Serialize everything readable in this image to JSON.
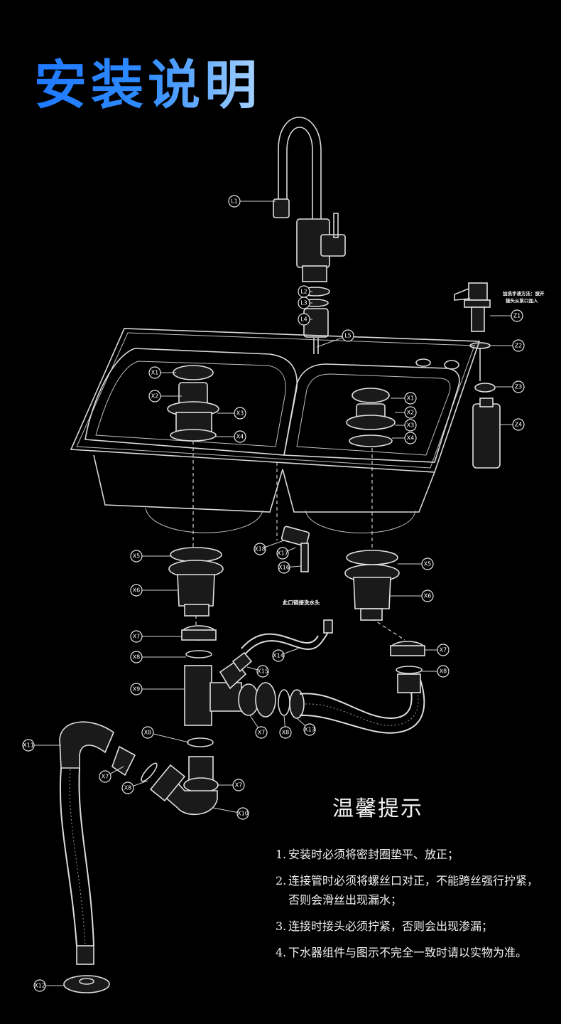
{
  "title": "安装说明",
  "tips": {
    "title": "温馨提示",
    "items": [
      {
        "num": "1.",
        "text": "安装时必须将密封圈垫平、放正；"
      },
      {
        "num": "2.",
        "text": "连接管时必须将螺丝口对正，不能跨丝强行拧紧，否则会滑丝出现漏水；"
      },
      {
        "num": "3.",
        "text": "连接时接头必须拧紧，否则会出现渗漏；"
      },
      {
        "num": "4.",
        "text": "下水器组件与图示不完全一致时请以实物为准。"
      }
    ]
  },
  "diagram": {
    "note_soap": [
      "加洗手液方法：拔开",
      "接头从泵口加入"
    ],
    "note_dishwasher": "此口链接洗水头",
    "labels": [
      "L1",
      "L2",
      "L3",
      "L4",
      "L5",
      "Z1",
      "Z2",
      "Z3",
      "Z4",
      "X1",
      "X2",
      "X3",
      "X4",
      "X1",
      "X2",
      "X3",
      "X4",
      "X5",
      "X6",
      "X5",
      "X6",
      "X7",
      "X8",
      "X9",
      "X7",
      "X8",
      "X14",
      "X15",
      "X16",
      "X17",
      "X18",
      "X7",
      "X8",
      "X13",
      "X11",
      "X7",
      "X8",
      "X8",
      "X7",
      "X10",
      "X12"
    ]
  }
}
